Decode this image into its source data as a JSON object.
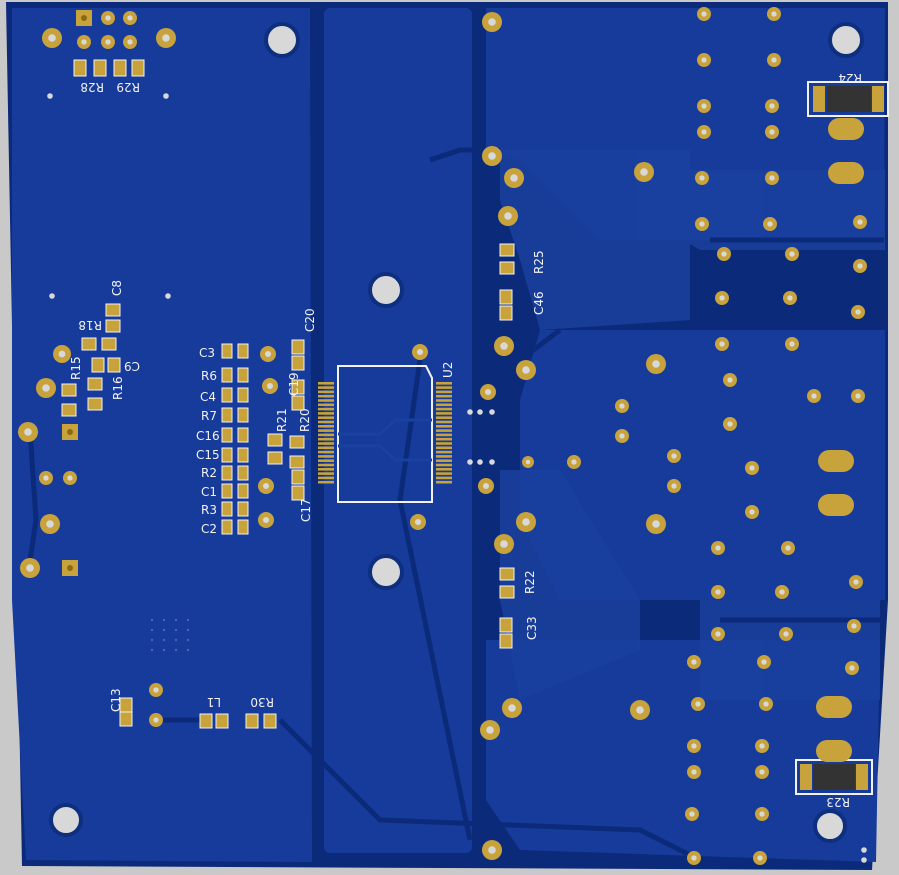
{
  "board": {
    "colors": {
      "background": "#c9c9c9",
      "substrate": "#0b2a7a",
      "copper": "#163b9a",
      "copper_alt": "#1a419f",
      "pad": "#c8a23a",
      "pad_dark": "#8a6a12",
      "hole": "#d8d8d8",
      "silkscreen": "#f2f2f2",
      "resistor_body": "#333333"
    }
  },
  "labels": {
    "r28": "R28",
    "r29": "R29",
    "r24": "R24",
    "r25": "R25",
    "c46": "C46",
    "c8": "C8",
    "r18": "R18",
    "c9": "C9",
    "r15": "R15",
    "r16": "R16",
    "c3": "C3",
    "r6": "R6",
    "c4": "C4",
    "r7": "R7",
    "c16": "C16",
    "c15": "C15",
    "r2": "R2",
    "c1": "C1",
    "r3": "R3",
    "c2": "C2",
    "c20": "C20",
    "c19": "C19",
    "r21": "R21",
    "r20": "R20",
    "c17": "C17",
    "u2": "U2",
    "r22": "R22",
    "c33": "C33",
    "c13": "C13",
    "l1": "L1",
    "r30": "R30",
    "r23": "R23"
  }
}
